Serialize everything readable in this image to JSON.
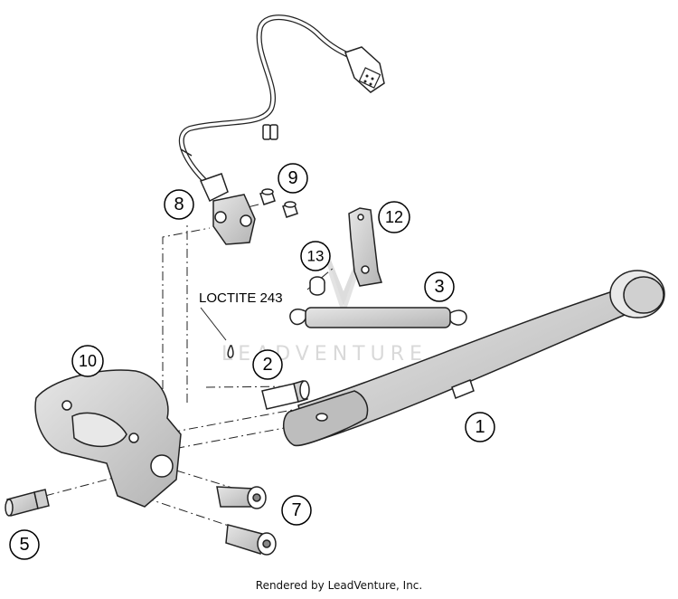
{
  "diagram": {
    "callouts": [
      "1",
      "2",
      "3",
      "5",
      "7",
      "8",
      "9",
      "10",
      "12",
      "13"
    ],
    "note": "LOCTITE 243",
    "watermark": "LEADVENTURE",
    "footer": "Rendered by LeadVenture, Inc."
  }
}
